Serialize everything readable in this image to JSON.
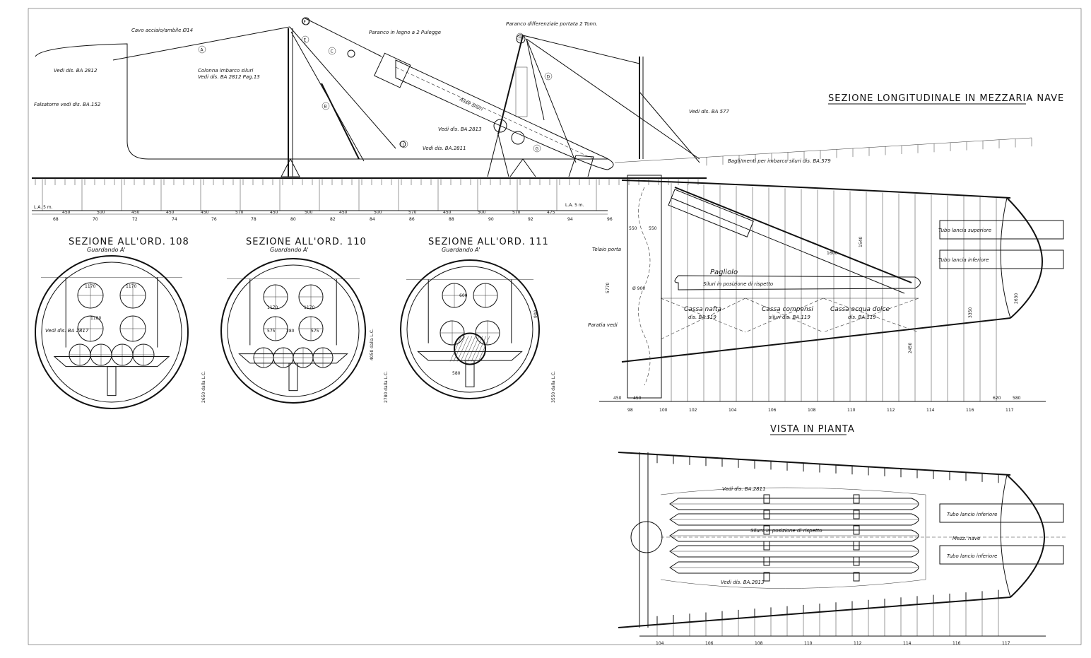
{
  "titles": {
    "longitudinal": "SEZIONE  LONGITUDINALE   IN  MEZZARIA  NAVE",
    "plan": "VISTA  IN  PIANTA",
    "sec108": "SEZIONE  ALL'ORD. 108",
    "sec110": "SEZIONE  ALL'ORD. 110",
    "sec111": "SEZIONE  ALL'ORD. 111",
    "guardando": "Guardando A'"
  },
  "labels": {
    "cavo": "Cavo acciaio/ambile Ø14",
    "paranco_legno": "Paranco in legno a 2 Pulegge",
    "paranco_diff": "Paranco  differenziale portata 2 Tonn.",
    "vedi2812": "Vedi dis. BA 2812",
    "falsatorre": "Falsatorre  vedi dis. BA.152",
    "colonna": "Colonna imbarco siluri",
    "colonna_sub": "Vedi dis. BA 2812 Pag.13",
    "asse": "Asse siluri",
    "sezioni_vedi": "Vedi dis. BA 2817",
    "tubo_sup": "Tubo  lancia  superiore",
    "tubo_inf": "Tubo  lancia  inferiore",
    "pagliolo": "Pagliolo",
    "siluri_rispetto": "Siluri  in  posizione  di  rispetto",
    "cassa_nafta": "Cassa nafta",
    "cassa_nafta_sub": "dis. BA.119",
    "cassa_compensi": "Cassa compensi",
    "cassa_compensi_sub": "siluri dis. BA.119",
    "cassa_acqua": "Cassa acqua dolce",
    "cassa_acqua_sub": "dis. BA.119",
    "bagli_imbarco": "Bagli/menti per imbarco siluri dis. BA.579",
    "telaio": "Telaio porta",
    "paratia": "Paratia vedi",
    "siluro_plan": "Siluro in posizione di rispetto",
    "mezz_nave": "Mezz. nave",
    "tubo_inf_plan": "Tubo  lancio  inferiore",
    "vedi2811": "Vedi dis. BA.2811",
    "vedi2813": "Vedi dis. BA.2813",
    "vedi577": "Vedi dis. BA 577",
    "la": "L.A. 5 m."
  },
  "frames_top": [
    "68",
    "70",
    "72",
    "74",
    "76",
    "78",
    "80",
    "82",
    "84",
    "86",
    "88",
    "90",
    "92",
    "94",
    "96"
  ],
  "frames_bottom": [
    "98",
    "100",
    "102",
    "104",
    "106",
    "108",
    "110",
    "112",
    "114",
    "116",
    "117"
  ],
  "frames_plan": [
    "104",
    "106",
    "108",
    "110",
    "112",
    "114",
    "116",
    "117"
  ],
  "dims_top": [
    "450",
    "500",
    "450",
    "450",
    "450",
    "570",
    "450",
    "500",
    "450",
    "500",
    "570",
    "450",
    "500",
    "570",
    "475"
  ],
  "dims_bottom": [
    "450",
    "450",
    "620",
    "580"
  ],
  "dims_sec": {
    "d1170": "1170",
    "d1180": "1180",
    "d575": "575",
    "d280": "280",
    "d600": "600",
    "d580": "580",
    "d900": "900",
    "h2650": "2650 dalla L.C.",
    "h4050": "4050 dalla L.C.",
    "h2780": "2780 dalla L.C.",
    "h3550": "3550 dalla L.C."
  },
  "dims_long": {
    "d550": "550",
    "d5770": "5770",
    "d1600": "1600",
    "d2450": "2450",
    "d3350": "3350",
    "d2630": "2630",
    "d1540": "1540",
    "d900": "Ø 900"
  },
  "circles": [
    "A",
    "B",
    "C",
    "D",
    "E",
    "F",
    "G",
    "H",
    "I"
  ]
}
